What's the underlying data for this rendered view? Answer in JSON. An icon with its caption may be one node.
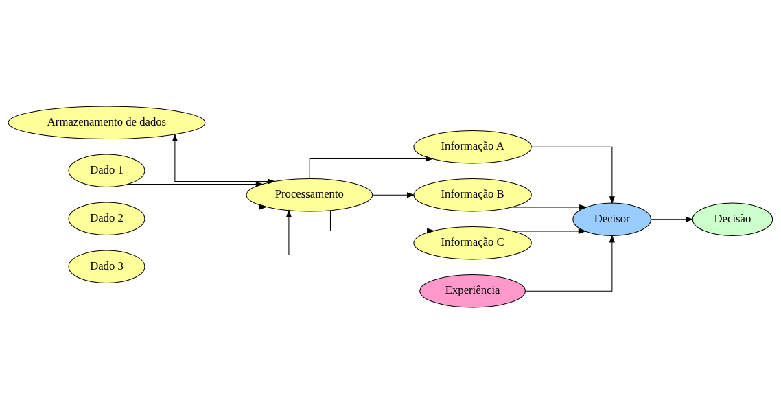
{
  "diagram": {
    "nodes": [
      {
        "text": [
          "Armazenamento de dados"
        ]
      },
      {
        "text": [
          "Processamento"
        ]
      },
      {
        "text": [
          "Informação A"
        ]
      },
      {
        "text": [
          "Informação B"
        ]
      },
      {
        "text": [
          "Informação C"
        ]
      },
      {
        "text": [
          "Dado 1"
        ]
      },
      {
        "text": [
          "Dado 2"
        ]
      },
      {
        "text": [
          "Dado 3"
        ]
      },
      {
        "text": [
          "Decisor"
        ]
      },
      {
        "text": [
          "Decisão"
        ]
      },
      {
        "text": [
          "Experiência"
        ]
      }
    ],
    "edges": [
      {
        "from": 0,
        "to": 1,
        "arrow": "both"
      },
      {
        "from": 1,
        "to": 2,
        "arrow": "to"
      },
      {
        "from": 1,
        "to": 3,
        "arrow": "to"
      },
      {
        "from": 1,
        "to": 4,
        "arrow": "to"
      },
      {
        "from": 5,
        "to": 1,
        "arrow": "to"
      },
      {
        "from": 6,
        "to": 1,
        "arrow": "to"
      },
      {
        "from": 7,
        "to": 1,
        "arrow": "to"
      },
      {
        "from": 2,
        "to": 8,
        "arrow": "to"
      },
      {
        "from": 3,
        "to": 8,
        "arrow": "to"
      },
      {
        "from": 4,
        "to": 8,
        "arrow": "to"
      },
      {
        "from": 10,
        "to": 8,
        "arrow": "to"
      },
      {
        "from": 8,
        "to": 9,
        "arrow": "to"
      }
    ]
  }
}
